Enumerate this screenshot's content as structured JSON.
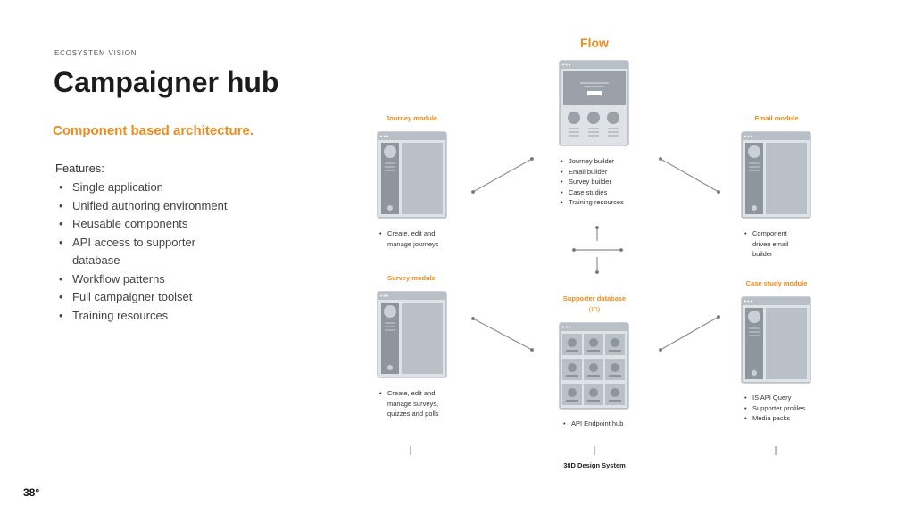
{
  "eyebrow": "ECOSYSTEM VISION",
  "title": "Campaigner hub",
  "subtitle": "Component based architecture.",
  "features": {
    "heading": "Features:",
    "items": [
      "Single application",
      "Unified authoring environment",
      "Reusable components",
      "API access to supporter database",
      "Workflow patterns",
      "Full campaigner toolset",
      "Training resources"
    ]
  },
  "brand": "38°",
  "diagram": {
    "flow": {
      "title": "Flow",
      "items": [
        "Journey builder",
        "Email builder",
        "Survey builder",
        "Case studies",
        "Training resources"
      ]
    },
    "journey": {
      "label": "Journey module",
      "items": [
        "Create, edit and manage journeys"
      ]
    },
    "email": {
      "label": "Email module",
      "items": [
        "Component driven email builder"
      ]
    },
    "survey": {
      "label": "Survey module",
      "items": [
        "Create, edit and manage surveys, quizzes and polls"
      ]
    },
    "case_study": {
      "label": "Case study module",
      "items": [
        "IS API Query",
        "Supporter profiles",
        "Media packs"
      ]
    },
    "database": {
      "label": "Supporter database",
      "sublabel": "(ID)",
      "items": [
        "API Endpoint hub"
      ]
    },
    "footer": "38D Design System"
  }
}
